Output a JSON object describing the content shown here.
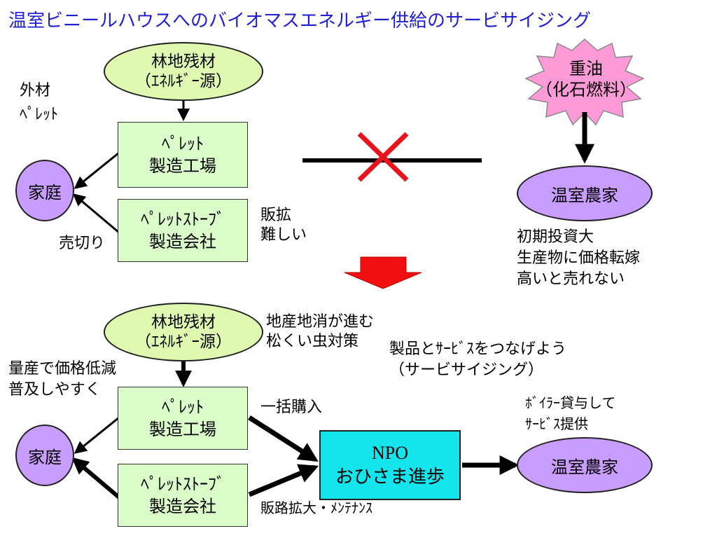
{
  "title": "温室ビニールハウスへのバイオマスエネルギー供給のサービサイジング",
  "top": {
    "forest": {
      "line1": "林地残材",
      "line2": "（ｴﾈﾙｷﾞｰ源）"
    },
    "import_label": {
      "line1": "外材",
      "line2": "ﾍﾟﾚｯﾄ"
    },
    "pellet_factory": {
      "line1": "ﾍﾟﾚｯﾄ",
      "line2": "製造工場"
    },
    "stove_maker": {
      "line1": "ﾍﾟﾚｯﾄｽﾄｰﾌﾞ",
      "line2": "製造会社"
    },
    "household": "家庭",
    "sold_label": "売切り",
    "sales_note": {
      "line1": "販拡",
      "line2": "難しい"
    },
    "heavy_oil": {
      "line1": "重油",
      "line2": "（化石燃料）"
    },
    "greenhouse": "温室農家",
    "farmer_note": {
      "line1": "初期投資大",
      "line2": "生産物に価格転嫁",
      "line3": "高いと売れない"
    }
  },
  "bottom": {
    "forest": {
      "line1": "林地残材",
      "line2": "（ｴﾈﾙｷﾞｰ源）"
    },
    "local_note": {
      "line1": "地産地消が進む",
      "line2": "松くい虫対策"
    },
    "servicizing_note": {
      "line1": "製品とｻｰﾋﾞｽをつなげよう",
      "line2": "（サービサイジング）"
    },
    "mass_note": {
      "line1": "量産で価格低減",
      "line2": "普及しやすく"
    },
    "pellet_factory": {
      "line1": "ﾍﾟﾚｯﾄ",
      "line2": "製造工場"
    },
    "stove_maker": {
      "line1": "ﾍﾟﾚｯﾄｽﾄｰﾌﾞ",
      "line2": "製造会社"
    },
    "household": "家庭",
    "bulk_label": "一括購入",
    "npo": {
      "line1": "NPO",
      "line2": "おひさま進歩"
    },
    "boiler_note": {
      "line1": "ﾎﾞｲﾗｰ貸与して",
      "line2": "ｻｰﾋﾞｽ提供"
    },
    "greenhouse": "温室農家",
    "maintenance_label": "販路拡大・ﾒﾝﾃﾅﾝｽ"
  },
  "colors": {
    "title": "#1f1fd6",
    "ellipse_fill": "#dff9b0",
    "box_fill": "#d9fcc8",
    "purple_fill": "#c99cff",
    "npo_fill": "#14e4ec",
    "cross": "#e8141b",
    "down_arrow": "#f20f0f",
    "burst_fill": "#ff9ad8"
  }
}
